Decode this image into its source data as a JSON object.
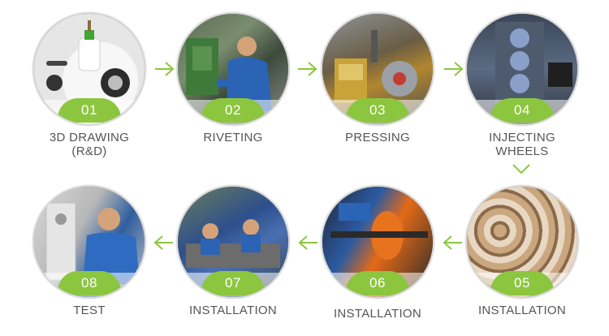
{
  "accent": "#8cc63f",
  "steps": [
    {
      "number": "01",
      "label": "3D DRAWING\n(R&D)"
    },
    {
      "number": "02",
      "label": "RIVETING"
    },
    {
      "number": "03",
      "label": "PRESSING"
    },
    {
      "number": "04",
      "label": "INJECTING\nWHEELS"
    },
    {
      "number": "05",
      "label": "INSTALLATION"
    },
    {
      "number": "06",
      "label": "INSTALLATION"
    },
    {
      "number": "07",
      "label": "INSTALLATION"
    },
    {
      "number": "08",
      "label": "TEST"
    }
  ],
  "icons": [
    "arrow-right-icon",
    "arrow-down-icon",
    "arrow-left-icon"
  ]
}
